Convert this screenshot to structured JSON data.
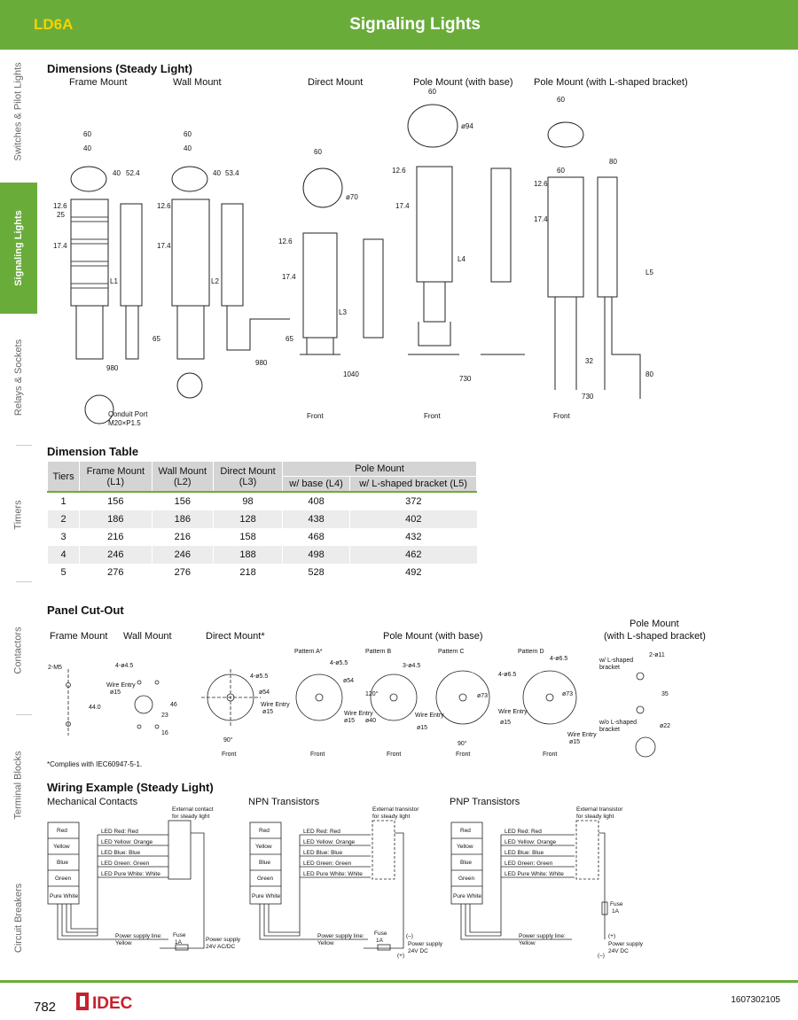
{
  "header": {
    "product": "LD6A",
    "title": "Signaling Lights"
  },
  "sidebar": [
    "Switches & Pilot Lights",
    "Signaling Lights",
    "Relays & Sockets",
    "Timers",
    "Contactors",
    "Terminal Blocks",
    "Circuit Breakers"
  ],
  "dims": {
    "title": "Dimensions (Steady Light)",
    "frame": "Frame Mount",
    "wall": "Wall Mount",
    "direct": "Direct Mount",
    "pole_base": "Pole Mount (with base)",
    "pole_bracket": "Pole Mount (with L-shaped bracket)",
    "conduit1": "Conduit Port",
    "conduit2": "M20×P1.5",
    "front": "Front",
    "n60": "60",
    "n40": "40",
    "n52": "52.4",
    "n53": "53.4",
    "n70": "ø70",
    "n94": "ø94",
    "n80": "80",
    "n126": "12.6",
    "n25": "25",
    "n174": "17.4",
    "n65": "65",
    "n980": "980",
    "n1040": "1040",
    "n730": "730",
    "n32": "32",
    "L1": "L1",
    "L2": "L2",
    "L3": "L3",
    "L4": "L4",
    "L5": "L5"
  },
  "table": {
    "title": "Dimension Table",
    "h_tiers": "Tiers",
    "h_frame1": "Frame Mount",
    "h_frame2": "(L1)",
    "h_wall1": "Wall Mount",
    "h_wall2": "(L2)",
    "h_direct1": "Direct Mount",
    "h_direct2": "(L3)",
    "h_pole": "Pole Mount",
    "h_base": "w/ base (L4)",
    "h_bracket": "w/ L-shaped bracket (L5)",
    "rows": [
      {
        "t": "1",
        "l1": "156",
        "l2": "156",
        "l3": "98",
        "l4": "408",
        "l5": "372"
      },
      {
        "t": "2",
        "l1": "186",
        "l2": "186",
        "l3": "128",
        "l4": "438",
        "l5": "402"
      },
      {
        "t": "3",
        "l1": "216",
        "l2": "216",
        "l3": "158",
        "l4": "468",
        "l5": "432"
      },
      {
        "t": "4",
        "l1": "246",
        "l2": "246",
        "l3": "188",
        "l4": "498",
        "l5": "462"
      },
      {
        "t": "5",
        "l1": "276",
        "l2": "276",
        "l3": "218",
        "l4": "528",
        "l5": "492"
      }
    ]
  },
  "cutout": {
    "title": "Panel Cut-Out",
    "frame": "Frame Mount",
    "wall": "Wall Mount",
    "direct": "Direct Mount*",
    "pole_base": "Pole Mount (with base)",
    "pole_br1": "Pole Mount",
    "pole_br2": "(with L-shaped bracket)",
    "patA": "Pattern A*",
    "patB": "Pattern B",
    "patC": "Pattern C",
    "patD": "Pattern D",
    "wire": "Wire Entry",
    "d15": "ø15",
    "front": "Front",
    "m45": "2-M5",
    "n440": "44.0",
    "m4": "4-ø4.5",
    "n23": "23",
    "n46": "46",
    "n16": "16",
    "d54": "ø54",
    "d55": "4-ø5.5",
    "d73": "ø73",
    "d65": "4-ø6.5",
    "n90": "90°",
    "n120": "120°",
    "d40": "ø40",
    "m3": "3-ø4.5",
    "d11": "2-ø11",
    "n35": "35",
    "d22": "ø22",
    "wl1": "w/ L-shaped",
    "wl2": "bracket",
    "wol1": "w/o L-shaped",
    "wol2": "bracket",
    "note": "*Complies with IEC60947-5-1."
  },
  "wiring": {
    "title": "Wiring Example (Steady Light)",
    "mech": "Mechanical Contacts",
    "npn": "NPN Transistors",
    "pnp": "PNP Transistors",
    "tiers": [
      "Red",
      "Yellow",
      "Blue",
      "Green",
      "Pure White"
    ],
    "leds": [
      "LED Red:   Red",
      "LED Yellow: Orange",
      "LED Blue:   Blue",
      "LED Green: Green",
      "LED Pure White: White"
    ],
    "ext_contact1": "External contact",
    "ext_contact2": "for steady light",
    "ext_tr1": "External transistor",
    "ext_tr2": "for steady light",
    "psl1": "Power supply line:",
    "psl2": "Yellow",
    "fuse": "Fuse",
    "fuse1a": "1A",
    "ps1": "Power supply",
    "ps_ac": "24V AC/DC",
    "ps_dc": "24V DC",
    "minus": "(–)",
    "plus": "(+)"
  },
  "footer": {
    "page": "782",
    "brand": "IDEC",
    "code": "1607302105"
  }
}
